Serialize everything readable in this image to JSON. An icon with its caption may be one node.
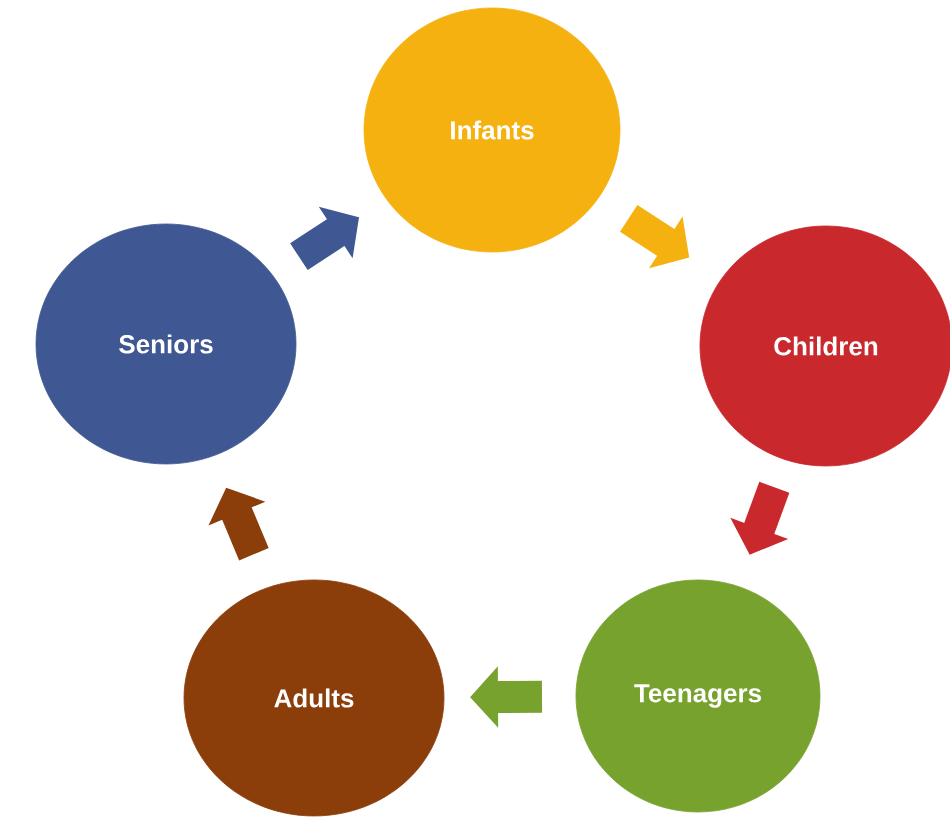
{
  "diagram": {
    "nodes": [
      {
        "text": [
          "Infants"
        ]
      },
      {
        "text": [
          "Children"
        ]
      },
      {
        "text": [
          "Teenagers"
        ]
      },
      {
        "text": [
          "Adults"
        ]
      },
      {
        "text": [
          "Seniors"
        ]
      }
    ],
    "edges": [
      {
        "from": 0,
        "to": 1,
        "arrow": "to",
        "color": "#f5b10f"
      },
      {
        "from": 1,
        "to": 2,
        "arrow": "to",
        "color": "#c9282d"
      },
      {
        "from": 2,
        "to": 3,
        "arrow": "to",
        "color": "#77a22e"
      },
      {
        "from": 3,
        "to": 4,
        "arrow": "to",
        "color": "#8b3d0a"
      },
      {
        "from": 4,
        "to": 0,
        "arrow": "to",
        "color": "#3f5792"
      }
    ]
  }
}
